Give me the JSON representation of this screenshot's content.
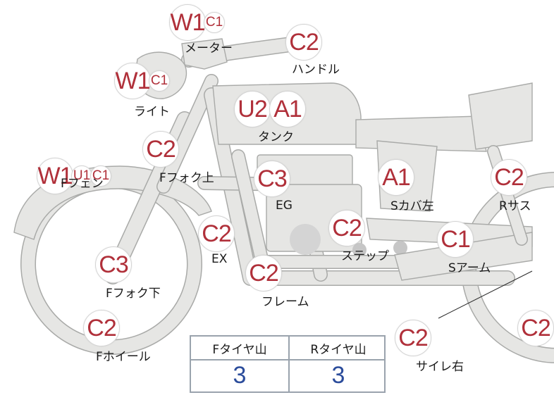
{
  "diagram": {
    "parts": [
      {
        "id": "meter",
        "label": "メーター",
        "codes": [
          {
            "t": "W1",
            "s": "big"
          },
          {
            "t": "C1",
            "s": "small"
          }
        ]
      },
      {
        "id": "handle",
        "label": "ハンドル",
        "codes": [
          {
            "t": "C2",
            "s": "big"
          }
        ]
      },
      {
        "id": "light",
        "label": "ライト",
        "codes": [
          {
            "t": "W1",
            "s": "big"
          },
          {
            "t": "C1",
            "s": "small"
          }
        ]
      },
      {
        "id": "tank",
        "label": "タンク",
        "codes": [
          {
            "t": "U2",
            "s": "big"
          },
          {
            "t": "A1",
            "s": "big"
          }
        ]
      },
      {
        "id": "f-fork-upper",
        "label": "Fフォク上",
        "codes": [
          {
            "t": "C2",
            "s": "big"
          }
        ]
      },
      {
        "id": "f-fender",
        "label": "Fフェン",
        "codes": [
          {
            "t": "W1",
            "s": "big"
          },
          {
            "t": "U1",
            "s": "small"
          },
          {
            "t": "C1",
            "s": "small"
          }
        ]
      },
      {
        "id": "engine",
        "label": "EG",
        "codes": [
          {
            "t": "C3",
            "s": "big"
          }
        ]
      },
      {
        "id": "s-cover-left",
        "label": "Sカバ左",
        "codes": [
          {
            "t": "A1",
            "s": "big"
          }
        ]
      },
      {
        "id": "r-sus",
        "label": "Rサス",
        "codes": [
          {
            "t": "C2",
            "s": "big"
          }
        ]
      },
      {
        "id": "exhaust",
        "label": "EX",
        "codes": [
          {
            "t": "C2",
            "s": "big"
          }
        ]
      },
      {
        "id": "step",
        "label": "ステップ",
        "codes": [
          {
            "t": "C2",
            "s": "big"
          }
        ]
      },
      {
        "id": "s-arm",
        "label": "Sアーム",
        "codes": [
          {
            "t": "C1",
            "s": "big"
          }
        ]
      },
      {
        "id": "f-fork-lower",
        "label": "Fフォク下",
        "codes": [
          {
            "t": "C3",
            "s": "big"
          }
        ]
      },
      {
        "id": "frame",
        "label": "フレーム",
        "codes": [
          {
            "t": "C2",
            "s": "big"
          }
        ]
      },
      {
        "id": "f-wheel",
        "label": "Fホイール",
        "codes": [
          {
            "t": "C2",
            "s": "big"
          }
        ]
      },
      {
        "id": "silencer-right",
        "label": "サイレ右",
        "codes": [
          {
            "t": "C2",
            "s": "big"
          }
        ]
      },
      {
        "id": "r-wheel",
        "label": "",
        "codes": [
          {
            "t": "C2",
            "s": "big"
          }
        ]
      }
    ]
  },
  "tire_table": {
    "headers": [
      "Fタイヤ山",
      "Rタイヤ山"
    ],
    "values": [
      "3",
      "3"
    ]
  },
  "colors": {
    "code_text": "#b0303a",
    "value_text": "#2b4c9b",
    "body_fill": "#e6e6e4",
    "outline": "#a9aaa8"
  }
}
